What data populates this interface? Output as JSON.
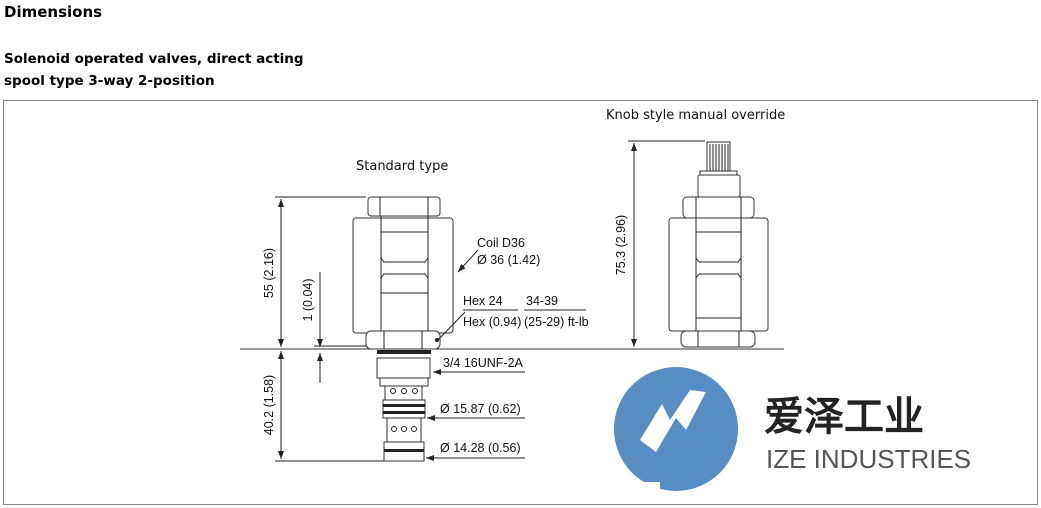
{
  "heading": "Dimensions",
  "subheading": [
    "Solenoid operated valves, direct acting",
    "spool type 3-way 2-position"
  ],
  "drawing": {
    "standard": {
      "title": "Standard type",
      "dim_height": "55 (2.16)",
      "dim_lower": "40.2 (1.58)",
      "dim_gap": "1 (0.04)",
      "coil": [
        "Coil D36",
        "Ø 36 (1.42)"
      ],
      "hex": [
        "Hex 24",
        "Hex (0.94)"
      ],
      "torque": [
        "34-39",
        "(25-29) ft-lb"
      ],
      "thread": "3/4 16UNF-2A",
      "dia1": "Ø 15.87 (0.62)",
      "dia2": "Ø 14.28 (0.56)"
    },
    "knob": {
      "title": "Knob style manual override",
      "dim_height": "75.3 (2.96)"
    }
  },
  "watermark": {
    "cn": "爱泽工业",
    "en": "IZE INDUSTRIES",
    "color": "#4a86c0"
  }
}
